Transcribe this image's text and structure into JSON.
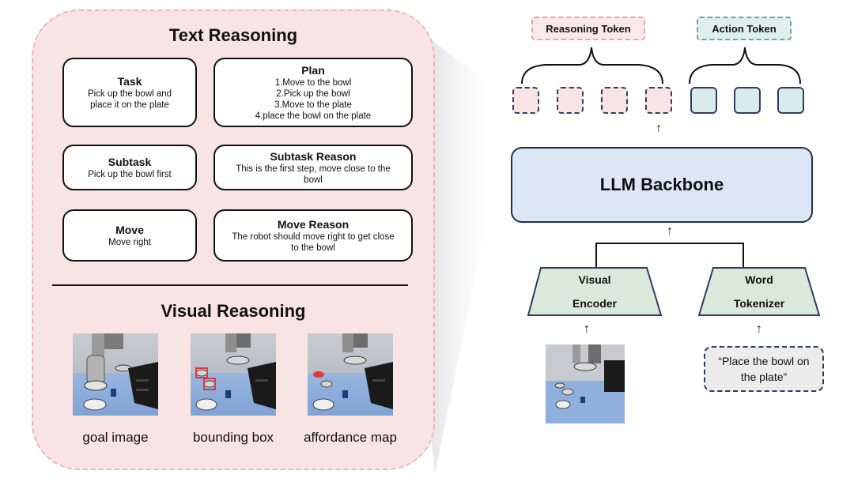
{
  "text_reasoning": {
    "title": "Text Reasoning",
    "cards": {
      "task": {
        "title": "Task",
        "body": "Pick up the bowl and\nplace it on the plate"
      },
      "plan": {
        "title": "Plan",
        "body": "1.Move to the bowl\n2.Pick up the bowl\n3.Move to the plate\n4.place the bowl on the plate"
      },
      "subtask": {
        "title": "Subtask",
        "body": "Pick up the bowl first"
      },
      "subtask_reason": {
        "title": "Subtask Reason",
        "body": "This is the first step, move close to the\nbowl"
      },
      "move": {
        "title": "Move",
        "body": "Move right"
      },
      "move_reason": {
        "title": "Move Reason",
        "body": "The robot should move right to get close\nto the bowl"
      }
    }
  },
  "visual_reasoning": {
    "title": "Visual Reasoning",
    "captions": [
      "goal image",
      "bounding box",
      "affordance map"
    ]
  },
  "tokens": {
    "reasoning_label": "Reasoning Token",
    "action_label": "Action Token",
    "reasoning_count": 4,
    "action_count": 3
  },
  "backbone": {
    "label": "LLM Backbone"
  },
  "encoders": {
    "visual": [
      "Visual",
      "Encoder"
    ],
    "word": [
      "Word",
      "Tokenizer"
    ]
  },
  "instruction": "“Place the bowl on the plate”",
  "colors": {
    "panel_fill": "#f9e4e4",
    "panel_border": "#e8b8bc",
    "backbone_fill": "#dce6f5",
    "encoder_fill": "#dbe9da",
    "action_token_fill": "#d8eceb",
    "navy": "#2c3e63",
    "highlight_red": "#e23a3a"
  }
}
